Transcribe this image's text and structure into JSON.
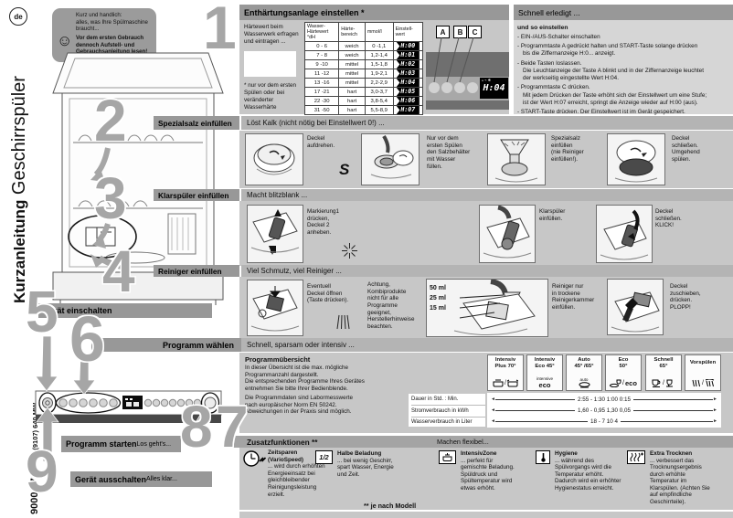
{
  "badge": {
    "lang": "de"
  },
  "masthead": {
    "title_bold": "Kurzanleitung",
    "title_regular": " Geschirrspüler",
    "doc_number": "9000 676 069 ",
    "doc_suffix": "(9107) 640 MW"
  },
  "intro": {
    "text": "Kurz und handlich:\nalles, was Ihre Spülmaschine\nbraucht...",
    "bold": "Vor dem ersten Gebrauch\ndennoch Aufstell- und\nGebrauchsanleitung lesen!"
  },
  "icons": {
    "salt_turn": "S",
    "sparkle_note": "✱"
  },
  "s1": {
    "number": "1",
    "title": "Enthärtungsanlage einstellen *",
    "note": "Härtewert beim\nWasserwerk erfragen\nund eintragen ...",
    "footnote": "* nur vor dem ersten\nSpülen oder bei\nveränderter\nWasserhärte",
    "table": {
      "headers": [
        "Wasser-\nHärtewert\n°dH",
        "Härte-\nbereich",
        "mmol/l",
        "Einstell-\nwert"
      ],
      "rows": [
        [
          "0 - 6",
          "weich",
          "0 -1,1",
          "H:00"
        ],
        [
          "7 - 8",
          "weich",
          "1,2-1,4",
          "H:01"
        ],
        [
          "9 -10",
          "mittel",
          "1,5-1,8",
          "H:02"
        ],
        [
          "11 -12",
          "mittel",
          "1,9-2,1",
          "H:03"
        ],
        [
          "13 -16",
          "mittel",
          "2,2-2,9",
          "H:04"
        ],
        [
          "17 -21",
          "hart",
          "3,0-3,7",
          "H:05"
        ],
        [
          "22 -30",
          "hart",
          "3,8-5,4",
          "H:06"
        ],
        [
          "31 -50",
          "hart",
          "5,5-8,9",
          "H:07"
        ]
      ]
    },
    "panel_labels": [
      "A",
      "B",
      "C"
    ],
    "display_value": "H:04",
    "right_title": "Schnell erledigt ...",
    "how_title": "und so einstellen",
    "bullets": [
      "- EIN-/AUS-Schalter einschalten",
      "- Programmtaste A gedrückt halten und START-Taste solange drücken\nbis die Ziffernanzeige H:0... anzeigt.",
      "- Beide Tasten loslassen.\nDie Leuchtanzeige der Taste A blinkt und in der Ziffernanzeige leuchtet\nder werkseitig eingestellte Wert H:04.",
      "- Programmtaste C drücken.\nMit jedem Drücken der Taste erhöht sich der Einstellwert um eine Stufe;\nist der Wert H:07 erreicht, springt die Anzeige wieder auf H:00 (aus).",
      "- START-Taste drücken. Der Einstellwert ist im Gerät gespeichert."
    ]
  },
  "s2": {
    "number": "2",
    "title": "Spezialsalz einfüllen",
    "subtitle": "Löst Kalk (nicht nötig bei Einstellwert 0!) ...",
    "captions": [
      "Deckel\naufdrehen.",
      "Nur vor dem\nersten Spülen\nden Salzbehälter\nmit Wasser\nfüllen.",
      "Spezialsalz\neinfüllen\n(nie Reiniger\neinfüllen!).",
      "Deckel\nschließen.\nUmgehend\nspülen."
    ]
  },
  "s3": {
    "number": "3",
    "title": "Klarspüler einfüllen",
    "subtitle": "Macht blitzblank ...",
    "captions": [
      "Markierung1\ndrücken,\nDeckel 2\nanheben.",
      "Klarspüler\neinfüllen.",
      "Deckel\nschließen.\nKLICK!"
    ]
  },
  "s4": {
    "number": "4",
    "title": "Reiniger einfüllen",
    "subtitle": "Viel Schmutz, viel Reiniger ...",
    "captions": [
      "Eventuell\nDeckel öffnen\n(Taste drücken).",
      "Achtung,\nKombiprodukte\nnicht für alle\nProgramme\ngeeignet,\nHerstellerhinweise\nbeachten.",
      "Reiniger nur\nin trockene\nReinigerkammer\neinfüllen.",
      "Deckel\nzuschieben,\ndrücken.\nPLOPP!"
    ],
    "ml_labels": [
      "50 ml",
      "25 ml",
      "15 ml"
    ]
  },
  "s5": {
    "number": "5",
    "title": "Gerät einschalten"
  },
  "s6": {
    "number": "6",
    "title": "Programm wählen",
    "subtitle": "Schnell, sparsam oder intensiv ...",
    "overview_title": "Programmübersicht",
    "overview_p1": "In dieser Übersicht ist die max. mögliche\nProgrammanzahl dargestellt.\nDie entsprechenden Programme Ihres Gerätes\nentnehmen Sie bitte Ihrer Bedienblende.",
    "overview_p2": "Die Programmdaten sind Labormesswerte\nnach europäischer Norm EN 50242.\nAbweichungen in der Praxis sind möglich.",
    "programs": [
      {
        "name": "Intensiv\nPlus 70°"
      },
      {
        "name": "Intensiv\nEco 45°",
        "icon_top": "intensive",
        "icon_bottom": "eco"
      },
      {
        "name": "Auto\n45° /65°",
        "icon_top": "auto"
      },
      {
        "name": "Eco\n50°",
        "icon_bottom": "eco"
      },
      {
        "name": "Schnell\n65°"
      },
      {
        "name": "Vorspülen"
      }
    ],
    "metrics": [
      {
        "label": "Dauer in Std. : Min.",
        "value": "2:55 - 1:30 1:00 0:15"
      },
      {
        "label": "Stromverbrauch in kWh",
        "value": "1,60 - 0,95 1,30 0,05"
      },
      {
        "label": "Wasserverbrauch in Liter",
        "value": "18 - 7 10 4"
      }
    ]
  },
  "s7": {
    "number": "7"
  },
  "s8": {
    "number": "8",
    "title": "Programm starten",
    "subtitle": " Los geht's..."
  },
  "s9": {
    "number": "9",
    "title": "Gerät ausschalten",
    "subtitle": " Alles klar..."
  },
  "extras": {
    "title": "Zusatzfunktionen **",
    "tagline": "Machen flexibel...",
    "items": [
      {
        "name": "Zeitsparen\n(VarioSpeed)",
        "text": "... wird durch erhöhten\nEnergieeinsatz bei\ngleichbleibender\nReinigungsleistung\nerzielt.",
        "icon": "clock-speed-icon"
      },
      {
        "name": "Halbe Beladung",
        "text": "... bei wenig Geschirr,\nspart Wasser, Energie\nund Zeit.",
        "icon": "half-load-icon",
        "icon_label": "1/2"
      },
      {
        "name": "IntensivZone",
        "text": "... perfekt für\ngemischte Beladung.\nSpüldruck und\nSpültemperatur wird\netwas erhöht.",
        "icon": "intensiv-zone-icon"
      },
      {
        "name": "Hygiene",
        "text": "... während des\nSpülvorgangs wird die\nTemperatur erhöht.\nDadurch wird ein erhöhter\nHygienestatus erreicht.",
        "icon": "hygiene-thermometer-icon"
      },
      {
        "name": "Extra Trocknen",
        "text": "... verbessert das\nTrocknungsergebnis\ndurch erhöhte\nTemperatur im\nKlarspülen. (Achten Sie\nauf empfindliche\nGeschirrteile).",
        "icon": "extra-dry-icon"
      }
    ],
    "footnote": "** je nach  Modell"
  },
  "colors": {
    "bar_dark": "#989898",
    "bar_light": "#b4b4b4",
    "band": "#c7c7c7",
    "display_bg": "#000000",
    "display_text": "#ffffff"
  }
}
